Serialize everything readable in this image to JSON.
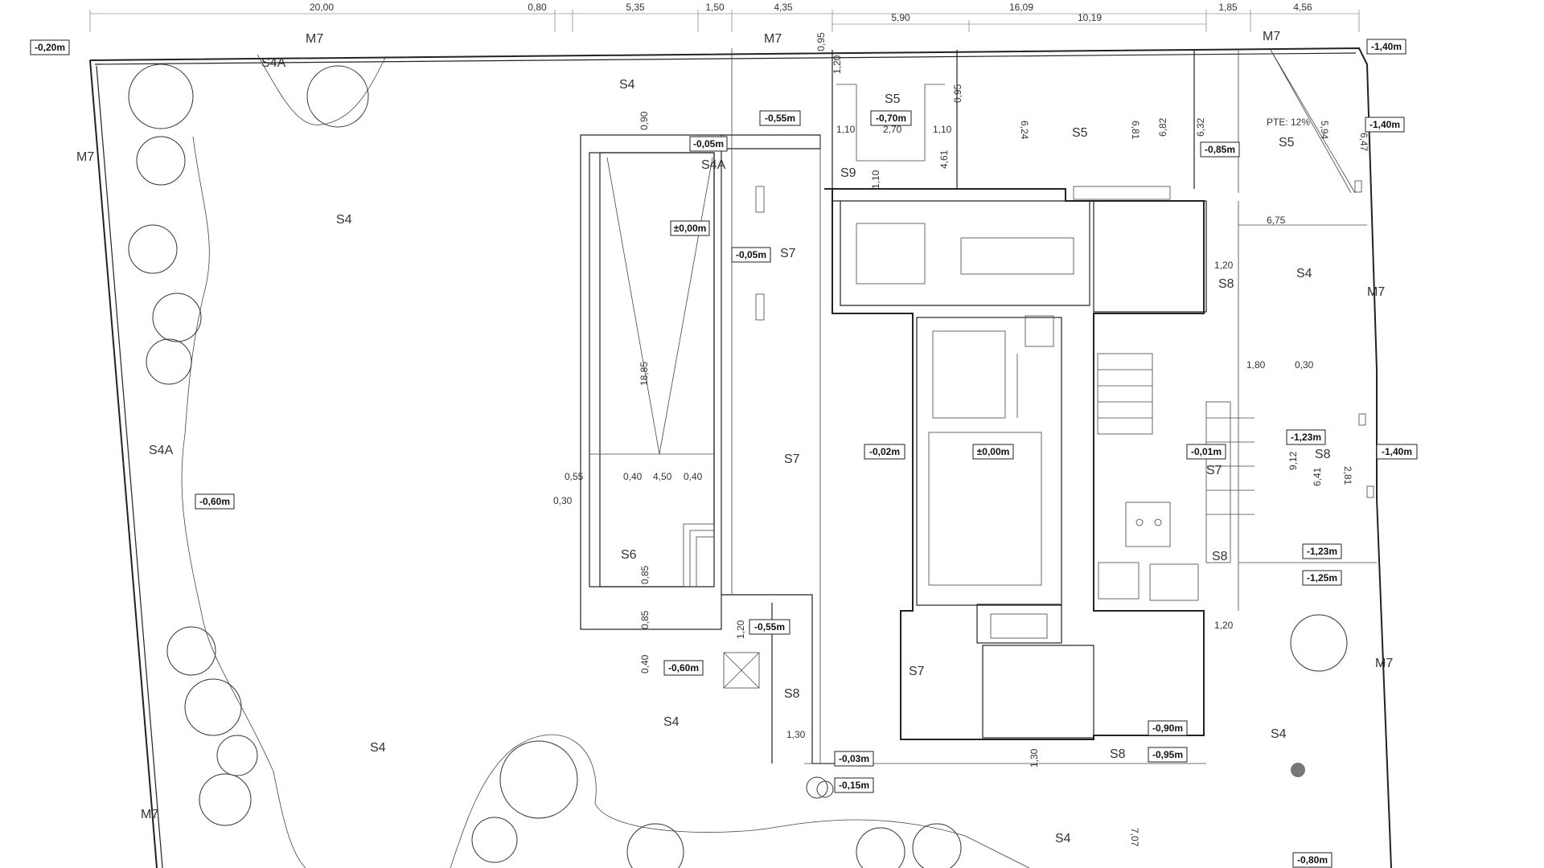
{
  "top_dimensions": [
    "20,00",
    "0,80",
    "5,35",
    "1,50",
    "4,35",
    "0,95",
    "5,90",
    "16,09",
    "10,19",
    "1,85",
    "4,56"
  ],
  "inner_dimensions": [
    "1,20",
    "0,95",
    "6,24",
    "6,81",
    "6,82",
    "6,32",
    "5,94",
    "6,47",
    "1,10",
    "2,70",
    "1,10",
    "1,10",
    "4,61",
    "0,90",
    "18,85",
    "0,55",
    "0,40",
    "4,50",
    "0,40",
    "0,30",
    "0,85",
    "0,85",
    "0,40",
    "1,20",
    "1,30",
    "1,30",
    "7,07",
    "6,75",
    "1,20",
    "1,80",
    "0,30",
    "9,12",
    "6,41",
    "2,81",
    "1,20"
  ],
  "slope_label": "PTE: 12%",
  "zones": [
    "M7",
    "M7",
    "M7",
    "M7",
    "M7",
    "M7",
    "M7",
    "S4A",
    "S4A",
    "S4A",
    "S4",
    "S4",
    "S4",
    "S4",
    "S4",
    "S4",
    "S4",
    "S5",
    "S5",
    "S5",
    "S9",
    "S7",
    "S7",
    "S7",
    "S7",
    "S6",
    "S8",
    "S8",
    "S8",
    "S8",
    "S8"
  ],
  "levels": [
    "-0,20m",
    "-1,40m",
    "-1,40m",
    "-0,55m",
    "-0,70m",
    "-0,05m",
    "-0,85m",
    "±0,00m",
    "-0,05m",
    "-0,02m",
    "±0,00m",
    "-0,01m",
    "-1,23m",
    "-1,40m",
    "-0,60m",
    "-1,23m",
    "-1,25m",
    "-0,55m",
    "-0,60m",
    "-0,90m",
    "-0,95m",
    "-0,03m",
    "-0,15m",
    "-0,80m"
  ]
}
